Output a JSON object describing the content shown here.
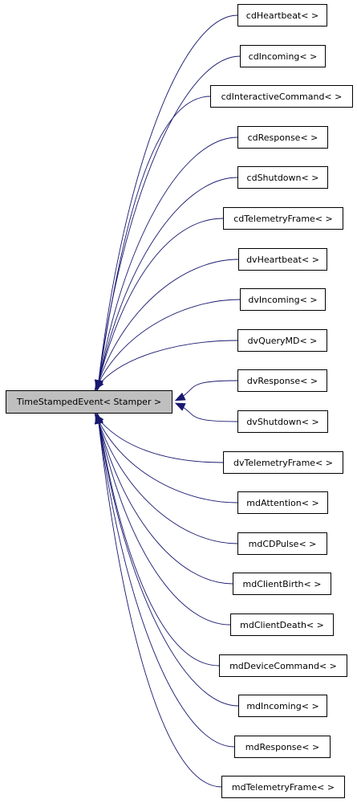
{
  "base_class": "TimeStampedEvent< Stamper >",
  "derived_classes": [
    "cdHeartbeat< >",
    "cdIncoming< >",
    "cdInteractiveCommand< >",
    "cdResponse< >",
    "cdShutdown< >",
    "cdTelemetryFrame< >",
    "dvHeartbeat< >",
    "dvIncoming< >",
    "dvQueryMD< >",
    "dvResponse< >",
    "dvShutdown< >",
    "dvTelemetryFrame< >",
    "mdAttention< >",
    "mdCDPulse< >",
    "mdClientBirth< >",
    "mdClientDeath< >",
    "mdDeviceCommand< >",
    "mdIncoming< >",
    "mdResponse< >",
    "mdTelemetryFrame< >"
  ],
  "colors": {
    "edge": "#191970",
    "base_fill": "#bfbfbf",
    "node_fill": "#ffffff",
    "node_border": "#000000"
  }
}
